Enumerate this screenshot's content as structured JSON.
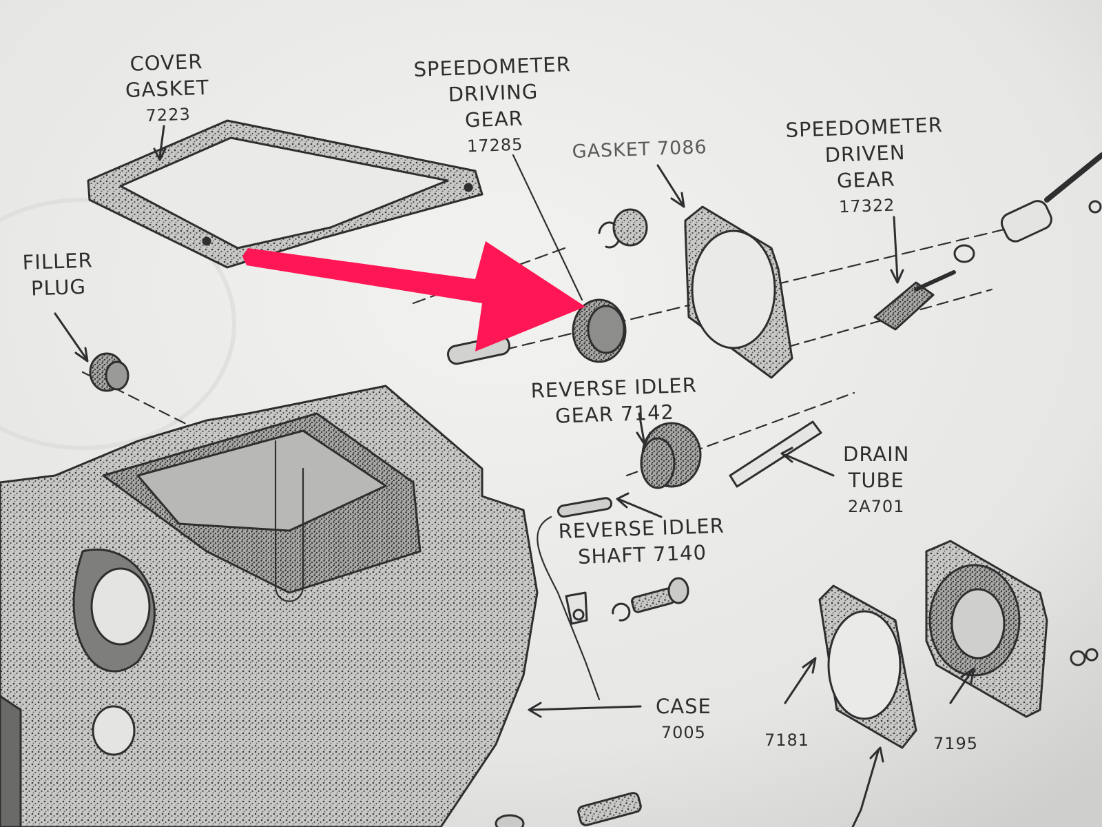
{
  "labels": {
    "cover_gasket": {
      "line1": "COVER",
      "line2": "GASKET",
      "number": "7223"
    },
    "speedo_driving": {
      "line1": "SPEEDOMETER",
      "line2": "DRIVING",
      "line3": "GEAR",
      "number": "17285"
    },
    "gasket_7086": {
      "text": "GASKET 7086"
    },
    "speedo_driven": {
      "line1": "SPEEDOMETER",
      "line2": "DRIVEN",
      "line3": "GEAR",
      "number": "17322"
    },
    "filler_plug": {
      "line1": "FILLER",
      "line2": "PLUG"
    },
    "reverse_idler_gear": {
      "line1": "REVERSE IDLER",
      "line2": "GEAR 7142"
    },
    "drain_tube": {
      "line1": "DRAIN",
      "line2": "TUBE",
      "number": "2A701"
    },
    "reverse_idler_shaft": {
      "line1": "REVERSE IDLER",
      "line2": "SHAFT 7140"
    },
    "case": {
      "line1": "CASE",
      "number": "7005"
    },
    "part_7181": {
      "number": "7181"
    },
    "part_7195": {
      "number": "7195"
    }
  },
  "annotation": {
    "arrow_color": "#ff1654"
  },
  "colors": {
    "paper": "#ececea",
    "ink": "#2e2e2e"
  }
}
